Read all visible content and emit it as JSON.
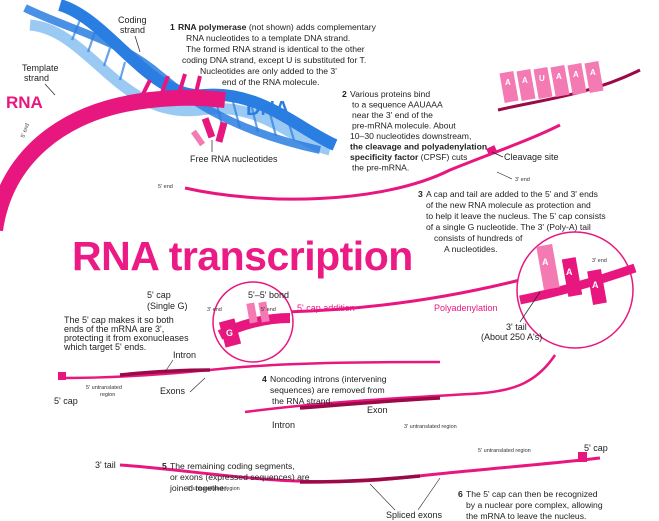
{
  "title": "RNA transcription",
  "labels": {
    "coding_strand": [
      "Coding",
      "strand"
    ],
    "template_strand": [
      "Template",
      "strand"
    ],
    "rna": "RNA",
    "dna": "DNA",
    "free_nucleotides": "Free RNA nucleotides",
    "five_end": "5' end",
    "three_end": "3' end",
    "cleavage_site": "Cleavage site",
    "five_cap": "5' cap",
    "five_cap_single_g": "(Single G)",
    "five_five_bond": "5'–5' bond",
    "five_cap_addition": "5' cap addition",
    "polyadenylation": "Polyadenylation",
    "three_tail": "3' tail",
    "three_tail_count": "(About 250 A's)",
    "cap_note": [
      "The 5' cap makes it so both",
      "ends of the mRNA are 3',",
      "protecting it  from exonucleases",
      "which target 5' ends."
    ],
    "intron": "Intron",
    "exons": "Exons",
    "exon": "Exon",
    "five_utr": [
      "5' untranslated",
      "region"
    ],
    "three_utr": "3' untranslated region",
    "five_utr_line": "5' untranslated region",
    "three_utr_line": "3' untranslated region",
    "spliced_exons": "Spliced exons",
    "g": "G",
    "a": "A",
    "u": "U"
  },
  "steps": [
    {
      "num": "1",
      "lines": [
        [
          [
            "RNA polymerase",
            true
          ],
          [
            " (not shown) adds complementary",
            false
          ]
        ],
        [
          [
            "RNA nucleotides to a template DNA strand.",
            false
          ]
        ],
        [
          [
            "The formed RNA strand is identical to the other",
            false
          ]
        ],
        [
          [
            "coding DNA strand, except U is substituted for T.",
            false
          ]
        ],
        [
          [
            "Nucleotides are only added to the 3'",
            false
          ]
        ],
        [
          [
            "end of the RNA molecule.",
            false
          ]
        ]
      ]
    },
    {
      "num": "2",
      "lines": [
        [
          [
            "Various proteins bind",
            false
          ]
        ],
        [
          [
            "to a sequence AAUAAA",
            false
          ]
        ],
        [
          [
            "near the 3' end of the",
            false
          ]
        ],
        [
          [
            "pre-mRNA molecule. About",
            false
          ]
        ],
        [
          [
            "10–30 nucleotides downstream,",
            false
          ]
        ],
        [
          [
            "the cleavage and polyadenylation",
            true
          ]
        ],
        [
          [
            "specificity factor",
            true
          ],
          [
            " (CPSF) cuts",
            false
          ]
        ],
        [
          [
            "the pre-mRNA.",
            false
          ]
        ]
      ]
    },
    {
      "num": "3",
      "lines": [
        [
          [
            "A cap and tail are added to the 5' and 3' ends",
            false
          ]
        ],
        [
          [
            "of the new RNA molecule as protection and",
            false
          ]
        ],
        [
          [
            "to help it leave the nucleus. The 5' cap consists",
            false
          ]
        ],
        [
          [
            "of a single G nucleotide. The 3' (Poly-A) tail",
            false
          ]
        ],
        [
          [
            "consists of hundreds of",
            false
          ]
        ],
        [
          [
            "A nucleotides.",
            false
          ]
        ]
      ]
    },
    {
      "num": "4",
      "lines": [
        [
          [
            "Noncoding introns",
            false
          ],
          [
            " (intervening",
            false
          ]
        ],
        [
          [
            "sequences)",
            false
          ],
          [
            " are removed from",
            false
          ]
        ],
        [
          [
            "the RNA strand.",
            false
          ]
        ]
      ]
    },
    {
      "num": "5",
      "lines": [
        [
          [
            "The remaining coding segments,",
            false
          ]
        ],
        [
          [
            "or exons",
            false
          ],
          [
            " (expressed sequences)",
            false
          ],
          [
            " are",
            false
          ]
        ],
        [
          [
            "joined together.",
            false
          ]
        ]
      ]
    },
    {
      "num": "6",
      "lines": [
        [
          [
            "The 5' cap can then be recognized",
            false
          ]
        ],
        [
          [
            "by a nuclear pore complex, allowing",
            false
          ]
        ],
        [
          [
            "the mRNA to leave the nucleus.",
            false
          ]
        ]
      ]
    }
  ],
  "colors": {
    "pink": "#e8177f",
    "light_pink": "#f47ab4",
    "dark_red": "#9a0a47",
    "dna_blue": "#2a7de1",
    "light_blue": "#8fc4f3"
  }
}
